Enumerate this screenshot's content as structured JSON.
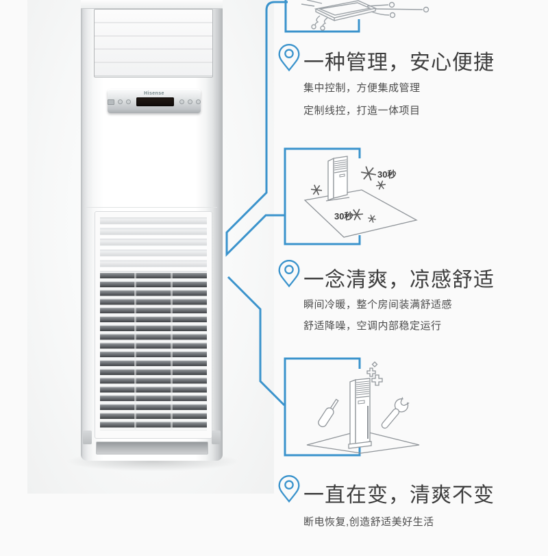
{
  "product": {
    "brand_logo": "Hisense"
  },
  "features": [
    {
      "title": "一种管理，安心便捷",
      "line1": "集中控制，方便集成管理",
      "line2": "定制线控，打造一体项目"
    },
    {
      "title": "一念清爽，凉感舒适",
      "line1": "瞬间冷暖，整个房间装满舒适感",
      "line2": "舒适降噪，空调内部稳定运行"
    },
    {
      "title": "一直在变，清爽不变",
      "line1": "断电恢复,创造舒适美好生活"
    }
  ],
  "illustrations": {
    "cooling": {
      "label_top": "30秒",
      "label_bottom": "30秒"
    }
  },
  "colors": {
    "accent_blue": "#3a93cc",
    "heading_text": "#3e3e3e",
    "body_text": "#4c4c4c",
    "line_art": "#8f9499"
  }
}
